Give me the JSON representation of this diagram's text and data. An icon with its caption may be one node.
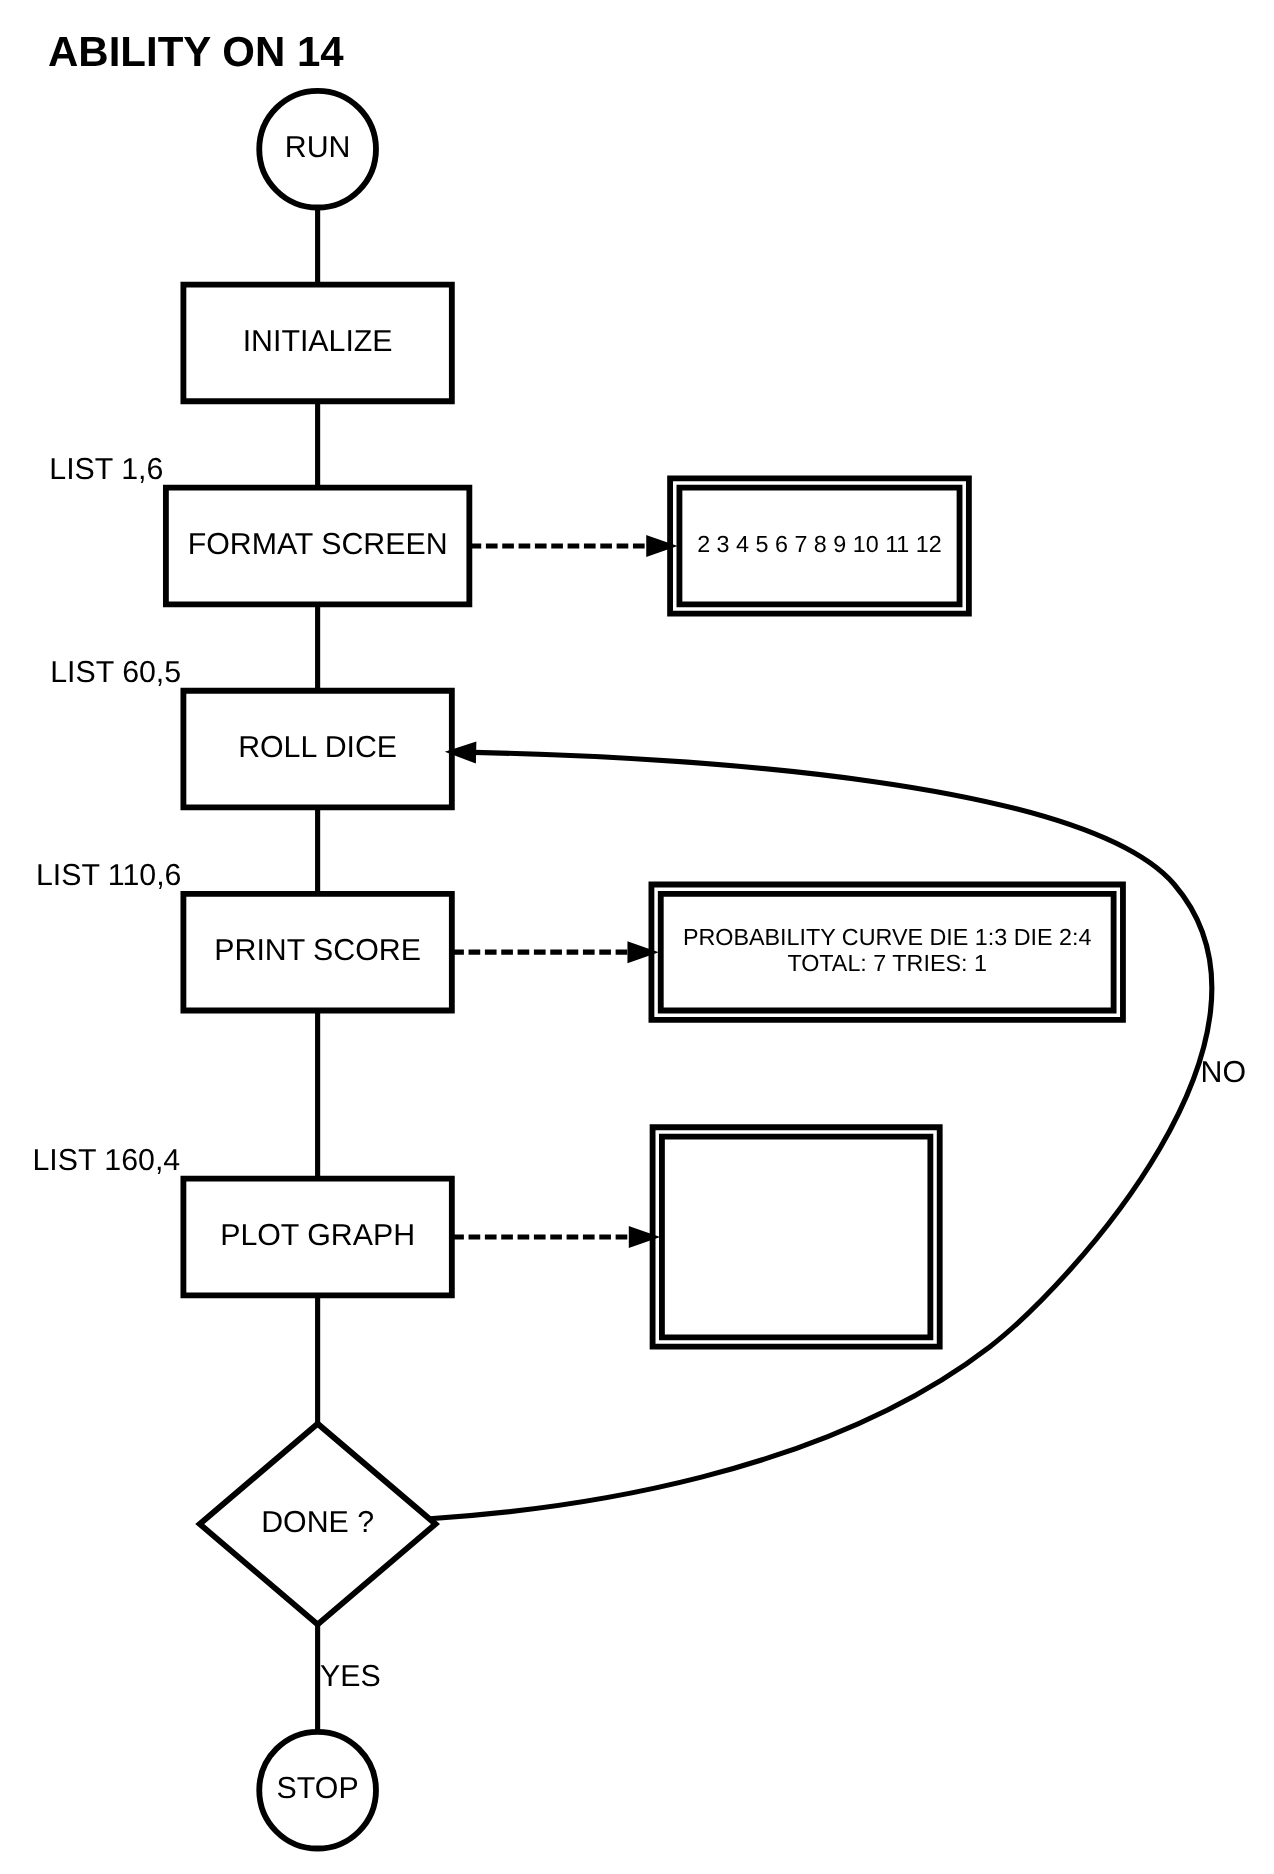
{
  "diagram": {
    "title": "ABILITY ON 14",
    "nodes": [
      {
        "text": [
          "RUN"
        ]
      },
      {
        "text": [
          "INITIALIZE"
        ]
      },
      {
        "text": [
          "FORMAT SCREEN"
        ],
        "beside": [
          "LIST 1,6"
        ]
      },
      {
        "text": [
          "2 3 4 5 6 7 8 9 10 11 12"
        ]
      },
      {
        "text": [
          "ROLL DICE"
        ],
        "beside": [
          "LIST 60,5"
        ]
      },
      {
        "text": [
          "PRINT SCORE"
        ],
        "beside": [
          "LIST 110,6"
        ]
      },
      {
        "text": [
          "PROBABILITY CURVE DIE 1:3 DIE 2:4",
          "TOTAL: 7 TRIES: 1"
        ]
      },
      {
        "text": [
          "PLOT GRAPH"
        ],
        "beside": [
          "LIST 160,4"
        ]
      },
      {
        "text": [],
        "shape": "picture"
      },
      {
        "text": [
          "DONE ?"
        ]
      },
      {
        "text": [
          "STOP"
        ]
      }
    ],
    "edges": [
      {
        "from": 0,
        "to": 1,
        "arrow": "none"
      },
      {
        "from": 1,
        "to": 2,
        "arrow": "none"
      },
      {
        "from": 2,
        "to": 3,
        "arrow": "to",
        "style": "dashed"
      },
      {
        "from": 2,
        "to": 4,
        "arrow": "none"
      },
      {
        "from": 4,
        "to": 5,
        "arrow": "none"
      },
      {
        "from": 5,
        "to": 6,
        "arrow": "to",
        "style": "dashed"
      },
      {
        "from": 5,
        "to": 7,
        "arrow": "none"
      },
      {
        "from": 7,
        "to": 8,
        "arrow": "to",
        "style": "dashed"
      },
      {
        "from": 7,
        "to": 9,
        "arrow": "none"
      },
      {
        "from": 9,
        "to": 10,
        "label": "YES",
        "arrow": "none"
      },
      {
        "from": 9,
        "to": 4,
        "label": "NO",
        "arrow": "to"
      }
    ]
  }
}
